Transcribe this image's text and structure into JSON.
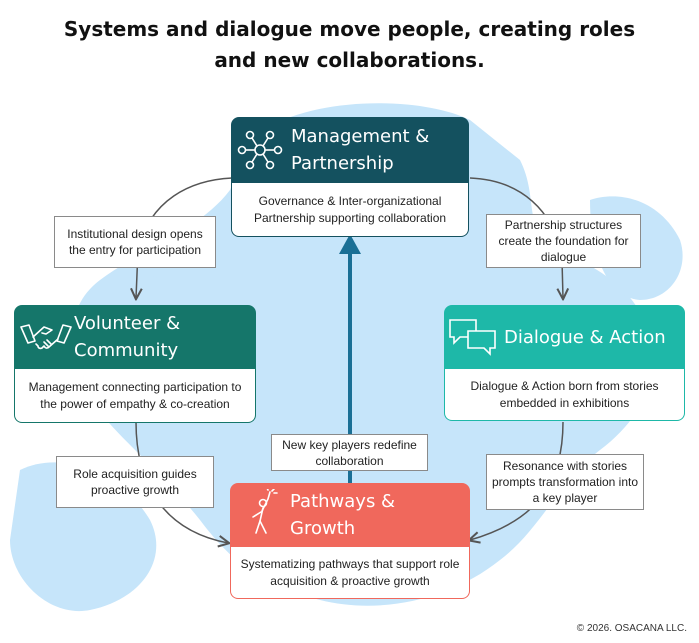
{
  "title": {
    "line1": "Systems and dialogue move people, creating roles",
    "line2": "and new collaborations."
  },
  "cards": {
    "management": {
      "title_line1": "Management &",
      "title_line2": "Partnership",
      "description": "Governance & Inter-organizational Partnership supporting collaboration",
      "color": "#14515f",
      "icon": "network-hub-icon"
    },
    "dialogue": {
      "title": "Dialogue & Action",
      "description": "Dialogue & Action born from stories embedded in exhibitions",
      "color": "#1eb8a8",
      "icon": "speech-bubbles-icon"
    },
    "pathways": {
      "title_line1": "Pathways &",
      "title_line2": "Growth",
      "description": "Systematizing pathways that support role acquisition & proactive growth",
      "color": "#f0685c",
      "icon": "reaching-person-icon"
    },
    "volunteer": {
      "title_line1": "Volunteer &",
      "title_line2": "Community",
      "description": "Management connecting participation to the power of empathy & co-creation",
      "color": "#15766a",
      "icon": "handshake-icon"
    }
  },
  "notes": {
    "top_left": "Institutional design opens the entry for participation",
    "top_right": "Partnership structures create the foundation for dialogue",
    "bottom_right": "Resonance with stories prompts transformation into a key player",
    "bottom_left": "Role acquisition guides proactive growth",
    "center": "New key players redefine collaboration"
  },
  "colors": {
    "background_map": "#c6e5fa",
    "center_arrow": "#1a6f95",
    "connector": "#555555"
  },
  "footer": "© 2026. OSACANA LLC."
}
